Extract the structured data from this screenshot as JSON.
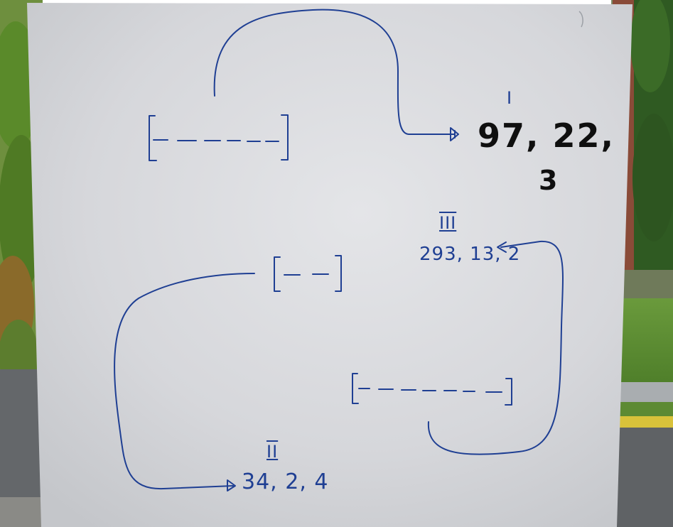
{
  "notes": [
    {
      "label": "I",
      "code_line1": "97, 22,",
      "code_line2": "3"
    },
    {
      "label": "II",
      "code": "34, 2, 4"
    },
    {
      "label": "III",
      "code": "293, 13, 2"
    }
  ],
  "blanks": [
    {
      "slots": 6
    },
    {
      "slots": 2
    },
    {
      "slots": 7
    }
  ],
  "colors": {
    "ink_blue": "#1f3f93",
    "ink_black": "#0f0f0f",
    "paper": "#d8d9dc",
    "foliage": "#4f7a2c",
    "asphalt": "#5d6063"
  }
}
